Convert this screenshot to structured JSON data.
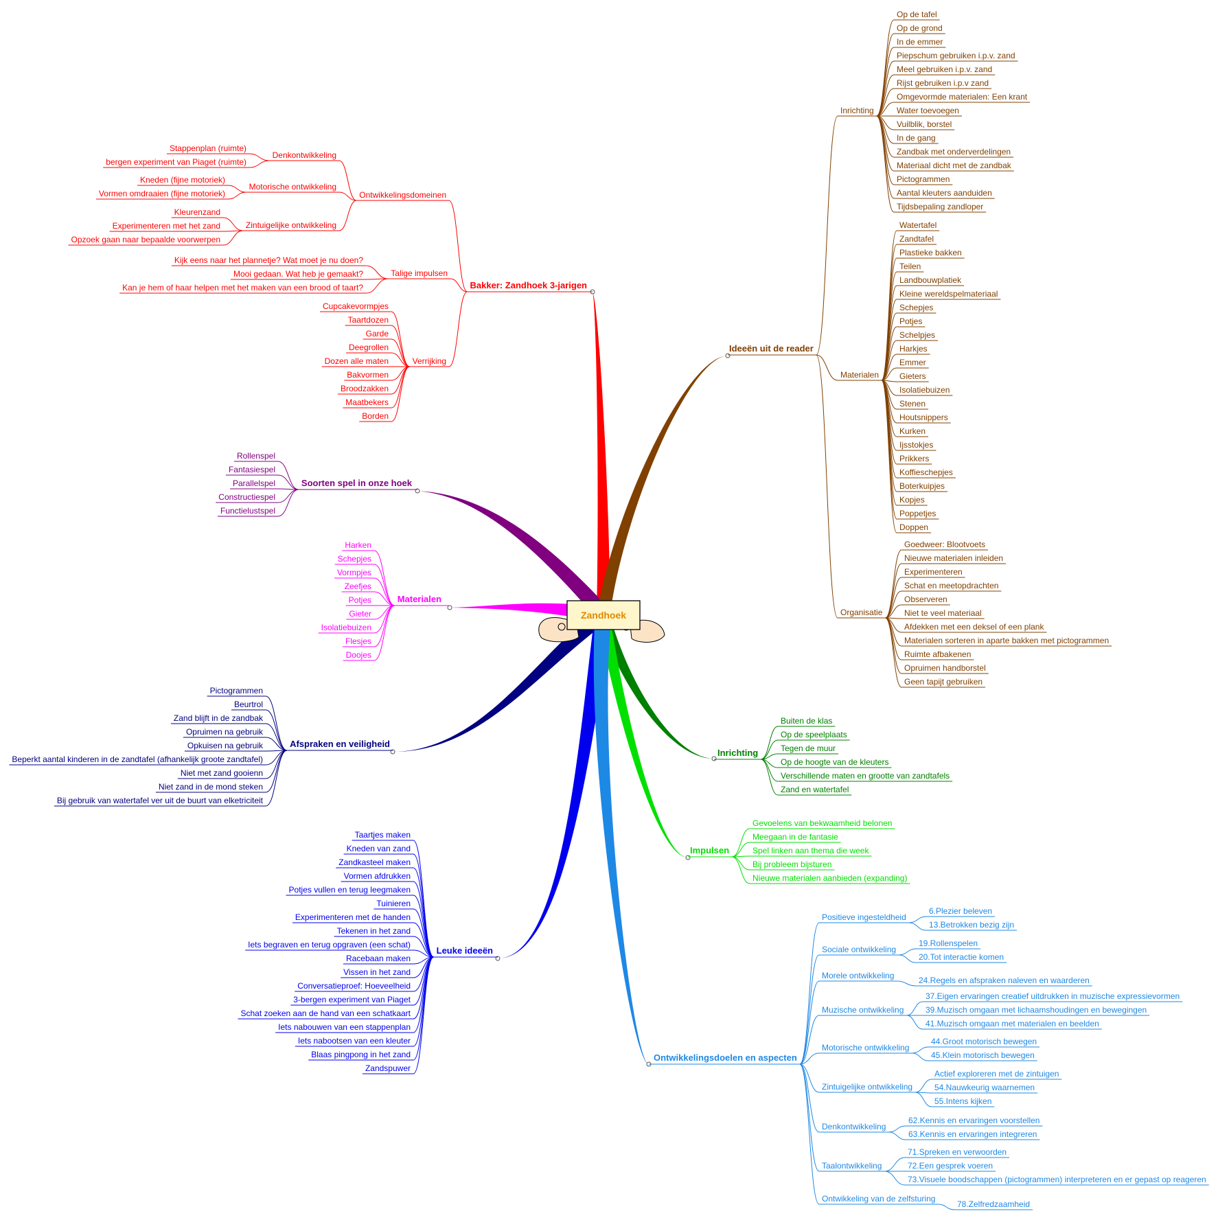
{
  "center": {
    "label": "Zandhoek",
    "color": "#e08a00"
  },
  "branches": [
    {
      "key": "bakker",
      "label": "Bakker: Zandhoek 3-jarigen",
      "color": "#ff0000",
      "groups": [
        {
          "label": "Ontwikkelingsdomeinen",
          "subgroups": [
            {
              "label": "Denkontwikkeling",
              "items": [
                "Stappenplan (ruimte)",
                "bergen experiment van Piaget (ruimte)"
              ]
            },
            {
              "label": "Motorische ontwikkeling",
              "items": [
                "Kneden (fijne motoriek)",
                "Vormen omdraaien (fijne motoriek)"
              ]
            },
            {
              "label": "Zintuigelijke ontwikkeling",
              "items": [
                "Kleurenzand",
                "Experimenteren met het zand",
                "Opzoek gaan naar bepaalde voorwerpen"
              ]
            }
          ]
        },
        {
          "label": "Talige impulsen",
          "items": [
            "Kijk eens naar het plannetje? Wat moet je nu doen?",
            "Mooi gedaan. Wat heb je gemaakt?",
            "Kan je hem of haar helpen met het maken van een brood of taart?"
          ]
        },
        {
          "label": "Verrijking",
          "items": [
            "Cupcakevormpjes",
            "Taartdozen",
            "Garde",
            "Deegrollen",
            "Dozen alle maten",
            "Bakvormen",
            "Broodzakken",
            "Maatbekers",
            "Borden"
          ]
        }
      ]
    },
    {
      "key": "soorten",
      "label": "Soorten spel in onze hoek",
      "color": "#800080",
      "items": [
        "Rollenspel",
        "Fantasiespel",
        "Parallelspel",
        "Constructiespel",
        "Functielustspel"
      ]
    },
    {
      "key": "materialen",
      "label": "Materialen",
      "color": "#ff00ff",
      "items": [
        "Harken",
        "Schepjes",
        "Vormpjes",
        "Zeefjes",
        "Potjes",
        "Gieter",
        "Isolatiebuizen",
        "Flesjes",
        "Doojes"
      ]
    },
    {
      "key": "afspraken",
      "label": "Afspraken en veiligheid",
      "color": "#000080",
      "items": [
        "Pictogrammen",
        "Beurtrol",
        "Zand blijft in de zandbak",
        "Opruimen na gebruik",
        "Opkuisen na gebruik",
        "Beperkt aantal kinderen in de zandtafel (afhankelijk groote zandtafel)",
        "Niet met zand gooienn",
        "Niet zand in de mond steken",
        "Bij gebruik van watertafel ver uit de buurt van elketriciteit"
      ]
    },
    {
      "key": "leuke",
      "label": "Leuke ideeën",
      "color": "#0000ee",
      "items": [
        "Taartjes maken",
        "Kneden van zand",
        "Zandkasteel maken",
        "Vormen afdrukken",
        "Potjes vullen en terug leegmaken",
        "Tuinieren",
        "Experimenteren met de handen",
        "Tekenen in het zand",
        "Iets begraven en terug opgraven (een schat)",
        "Racebaan maken",
        "Vissen in het zand",
        "Conversatieproef: Hoeveelheid",
        "3-bergen experiment van Piaget",
        "Schat zoeken aan de hand van een schatkaart",
        "Iets nabouwen van een stappenplan",
        "Iets nabootsen van een kleuter",
        "Blaas pingpong in het zand",
        "Zandspuwer"
      ]
    },
    {
      "key": "ideeen",
      "label": "Ideeën uit de reader",
      "color": "#804000",
      "groups": [
        {
          "label": "Inrichting",
          "items": [
            "Op de tafel",
            "Op de grond",
            "In de emmer",
            "Piepschum gebruiken i.p.v. zand",
            "Meel gebruiken i.p.v. zand",
            "Rijst gebruiken i.p.v zand",
            "Omgevormde materialen: Een krant",
            "Water toevoegen",
            "Vuilblik, borstel",
            "In de gang",
            "Zandbak met onderverdelingen",
            "Materiaal dicht met de zandbak",
            "Pictogrammen",
            "Aantal kleuters aanduiden",
            "Tijdsbepaling zandloper"
          ]
        },
        {
          "label": "Materialen",
          "items": [
            "Watertafel",
            "Zandtafel",
            "Plastieke bakken",
            "Teilen",
            "Landbouwplatiek",
            "Kleine wereldspelmateriaal",
            "Schepjes",
            "Potjes",
            "Schelpjes",
            "Harkjes",
            "Emmer",
            "Gieters",
            "Isolatiebuizen",
            "Stenen",
            "Houtsnippers",
            "Kurken",
            "Ijsstokjes",
            "Prikkers",
            "Koffieschepjes",
            "Boterkuipjes",
            "Kopjes",
            "Poppetjes",
            "Doppen"
          ]
        },
        {
          "label": "Organisatie",
          "items": [
            "Goedweer: Blootvoets",
            "Nieuwe materialen inleiden",
            "Experimenteren",
            "Schat en meetopdrachten",
            "Observeren",
            "Niet te veel materiaal",
            "Afdekken met een deksel of een plank",
            "Materialen sorteren in aparte bakken met pictogrammen",
            "Ruimte afbakenen",
            "Opruimen handborstel",
            "Geen tapijt gebruiken"
          ]
        }
      ]
    },
    {
      "key": "inrichting",
      "label": "Inrichting",
      "color": "#008000",
      "items": [
        "Buiten de klas",
        "Op de speelplaats",
        "Tegen de muur",
        "Op de hoogte van de kleuters",
        "Verschillende maten en grootte van zandtafels",
        "Zand en watertafel"
      ]
    },
    {
      "key": "impulsen",
      "label": "Impulsen",
      "color": "#00e000",
      "items": [
        "Gevoelens van bekwaamheid belonen",
        "Meegaan in de fantasie",
        "Spel linken aan thema die week",
        "Bij probleem bijsturen",
        "Nieuwe materialen aanbieden (expanding)"
      ]
    },
    {
      "key": "doelen",
      "label": "Ontwikkelingsdoelen en aspecten",
      "color": "#1e88e5",
      "groups": [
        {
          "label": "Positieve ingesteldheid",
          "items": [
            "6.Plezier beleven",
            "13.Betrokken bezig zijn"
          ]
        },
        {
          "label": "Sociale ontwikkeling",
          "items": [
            "19.Rollenspelen",
            "20.Tot interactie komen"
          ]
        },
        {
          "label": "Morele ontwikkeling",
          "items": [
            "24.Regels en afspraken naleven en waarderen"
          ]
        },
        {
          "label": "Muzische ontwikkeling",
          "items": [
            "37.Eigen ervaringen creatief uitdrukken in muzische expressievormen",
            "39.Muzisch omgaan met lichaamshoudingen en bewegingen",
            "41.Muzisch omgaan met materialen en beelden"
          ]
        },
        {
          "label": "Motorische ontwikkeling",
          "items": [
            "44.Groot motorisch bewegen",
            "45.Klein motorisch bewegen"
          ]
        },
        {
          "label": "Zintuigelijke ontwikkeling",
          "items": [
            "Actief exploreren met de zintuigen",
            "54.Nauwkeurig waarnemen",
            "55.Intens kijken"
          ]
        },
        {
          "label": "Denkontwikkeling",
          "items": [
            "62.Kennis en ervaringen voorstellen",
            "63.Kennis en ervaringen integreren"
          ]
        },
        {
          "label": "Taalontwikkeling",
          "items": [
            "71.Spreken en verwoorden",
            "72.Een gesprek voeren",
            "73.Visuele boodschappen (pictogrammen) interpreteren en er gepast op reageren"
          ]
        },
        {
          "label": "Ontwikkeling van de zelfsturing",
          "items": [
            "78.Zelfredzaamheid"
          ]
        }
      ]
    }
  ]
}
